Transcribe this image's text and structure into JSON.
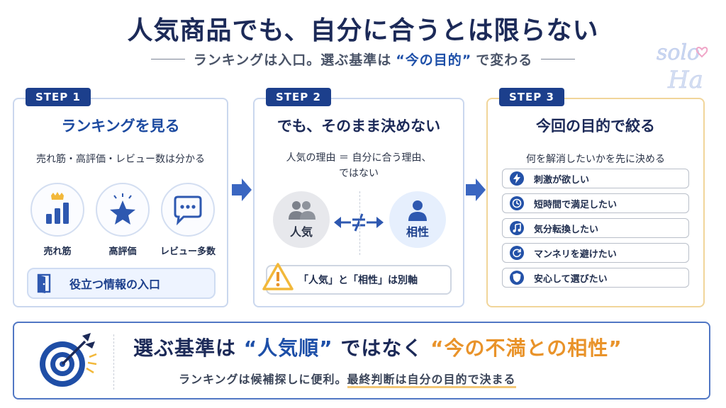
{
  "header": {
    "title": "人気商品でも、自分に合うとは限らない",
    "subtitle_pre": "ランキングは入口。選ぶ基準は",
    "subtitle_hl": "“今の目的”",
    "subtitle_post": "で変わる"
  },
  "logo": {
    "line1": "solo",
    "line2": "Ha"
  },
  "step1": {
    "tag": "STEP 1",
    "title": "ランキングを見る",
    "desc": "売れ筋・高評価・レビュー数は分かる",
    "metrics": [
      {
        "label": "売れ筋",
        "icon": "crown-bar-chart-icon"
      },
      {
        "label": "高評価",
        "icon": "star-icon"
      },
      {
        "label": "レビュー多数",
        "icon": "chat-bubble-icon"
      }
    ],
    "entry": "役立つ情報の入口"
  },
  "step2": {
    "tag": "STEP 2",
    "title": "でも、そのまま決めない",
    "desc_line1": "人気の理由 ＝ 自分に合う理由、",
    "desc_line2": "ではない",
    "left_label": "人気",
    "right_label": "相性",
    "warning": "「人気」と「相性」は別軸"
  },
  "step3": {
    "tag": "STEP 3",
    "title": "今回の目的で絞る",
    "desc": "何を解消したいかを先に決める",
    "purposes": [
      {
        "label": "刺激が欲しい",
        "icon": "lightning-icon"
      },
      {
        "label": "短時間で満足したい",
        "icon": "clock-icon"
      },
      {
        "label": "気分転換したい",
        "icon": "music-note-icon"
      },
      {
        "label": "マンネリを避けたい",
        "icon": "refresh-icon"
      },
      {
        "label": "安心して選びたい",
        "icon": "shield-icon"
      }
    ]
  },
  "bottom": {
    "main_pre": "選ぶ基準は",
    "main_q1": "“人気順”",
    "main_mid": "ではなく",
    "main_q2": "“今の不満との相性”",
    "sub_pre": "ランキングは候補探しに便利。",
    "sub_u": "最終判断は自分の目的で決まる"
  },
  "colors": {
    "navy": "#1c2a58",
    "blue": "#1d4fa8",
    "orange": "#e9932a"
  }
}
